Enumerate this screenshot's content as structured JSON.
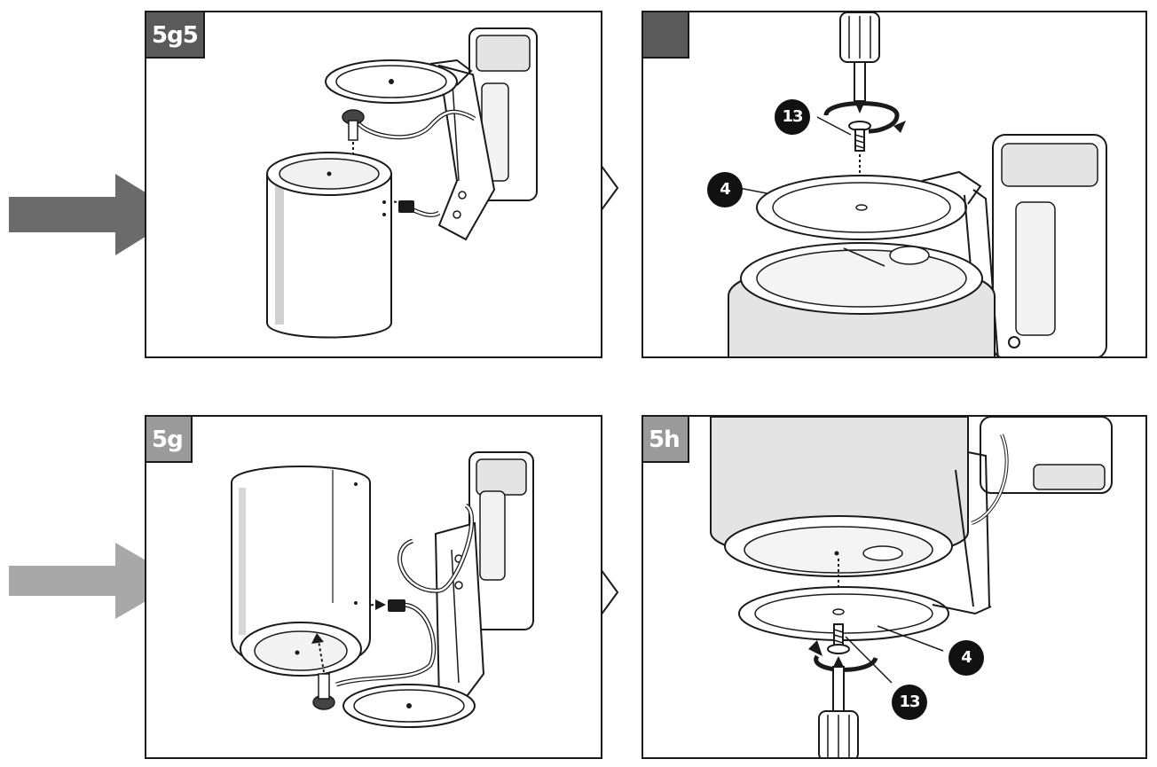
{
  "panels": {
    "top_left": {
      "step": "5g5",
      "badge_color": "#5a5a5a"
    },
    "top_right": {
      "step": "",
      "badge_color": "#5a5a5a",
      "callouts": {
        "screw": "13",
        "plate": "4"
      }
    },
    "bottom_left": {
      "step": "5g",
      "badge_color": "#9a9a9a"
    },
    "bottom_right": {
      "step": "5h",
      "badge_color": "#9a9a9a",
      "callouts": {
        "plate": "4",
        "screw": "13"
      }
    }
  },
  "colors": {
    "arrow_dark": "#6b6b6b",
    "arrow_light": "#a8a8a8",
    "line": "#1a1a1a",
    "speaker_shade": "#e4e4e4"
  },
  "icons": {
    "arrow_top": "right-arrow-icon",
    "arrow_bottom": "right-arrow-icon",
    "rotate": "rotate-arrow-icon",
    "screwdriver": "screwdriver-icon"
  }
}
